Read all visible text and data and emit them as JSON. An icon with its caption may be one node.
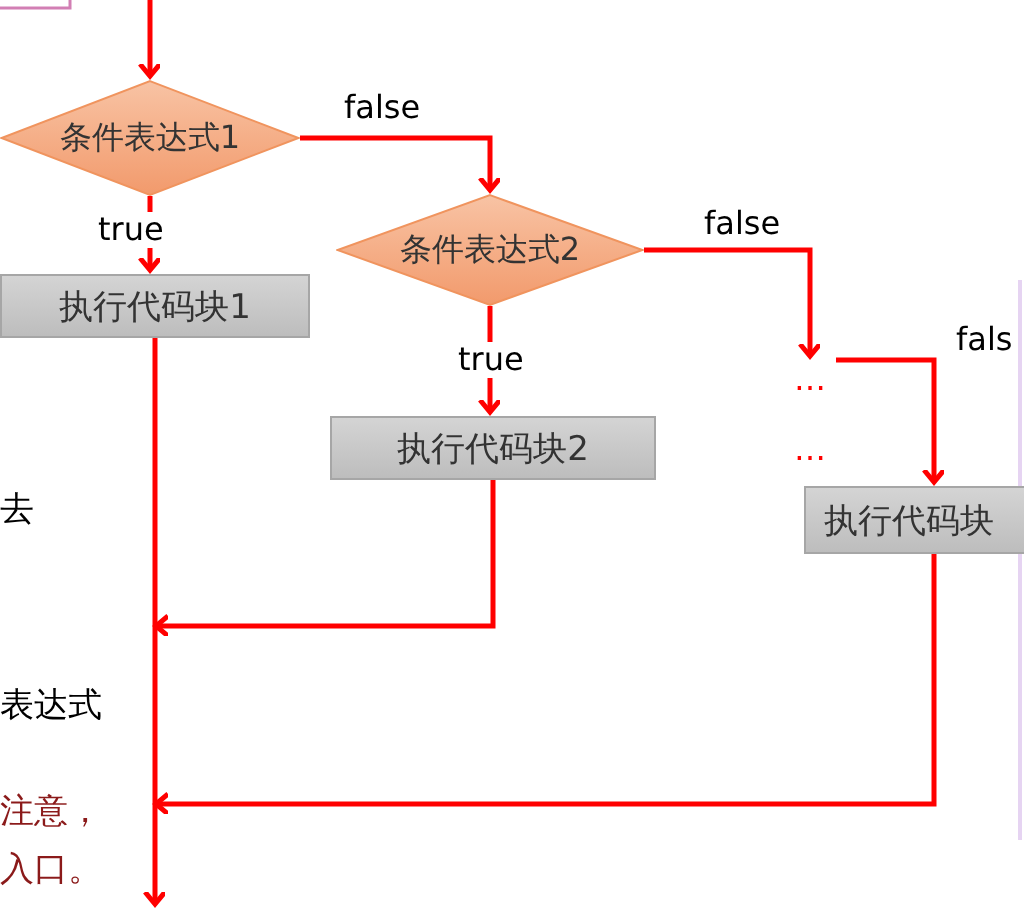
{
  "diagram": {
    "nodes": [
      {
        "text": [
          "条件表达式1"
        ]
      },
      {
        "text": [
          "执行代码块1"
        ]
      },
      {
        "text": [
          "条件表达式2"
        ]
      },
      {
        "text": [
          "执行代码块2"
        ]
      },
      {
        "text": [
          "…",
          "…"
        ]
      },
      {
        "text": [
          "执行代码块"
        ]
      }
    ],
    "edges": [
      {
        "from": null,
        "to": 0,
        "arrow": "to"
      },
      {
        "from": 0,
        "to": 1,
        "arrow": "to",
        "label": "true"
      },
      {
        "from": 0,
        "to": 2,
        "arrow": "to",
        "label": "false"
      },
      {
        "from": 2,
        "to": 3,
        "arrow": "to",
        "label": "true"
      },
      {
        "from": 2,
        "to": 4,
        "arrow": "to",
        "label": "false"
      },
      {
        "from": 4,
        "to": 5,
        "arrow": "to",
        "label": "fals"
      },
      {
        "from": 1,
        "to": null,
        "arrow": "to"
      },
      {
        "from": 3,
        "to": null,
        "arrow": "to"
      },
      {
        "from": 5,
        "to": null,
        "arrow": "to"
      }
    ],
    "labels": [
      "去",
      "表达式",
      "注意，",
      "入口。"
    ]
  }
}
